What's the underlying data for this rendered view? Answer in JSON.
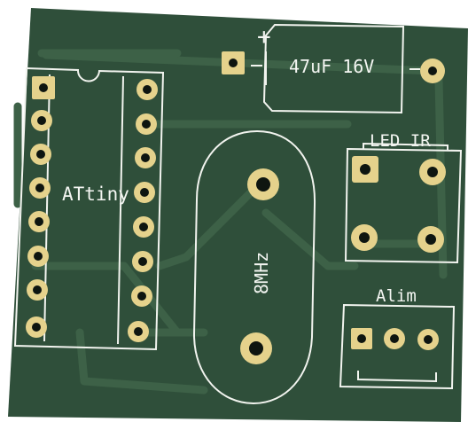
{
  "board": {
    "colors": {
      "background": "#ffffff",
      "substrate": "#2f4f3a",
      "copper_trace": "#3b5e45",
      "silkscreen": "#f2f4ef",
      "pad": "#e5d28c",
      "pad_hole": "#0e1510"
    }
  },
  "labels": {
    "capacitor": "47uF 16V",
    "capacitor_polarity": "+",
    "microcontroller": "ATtiny",
    "crystal": "8MHz",
    "led_ir": "LED IR",
    "power": "Alim"
  }
}
